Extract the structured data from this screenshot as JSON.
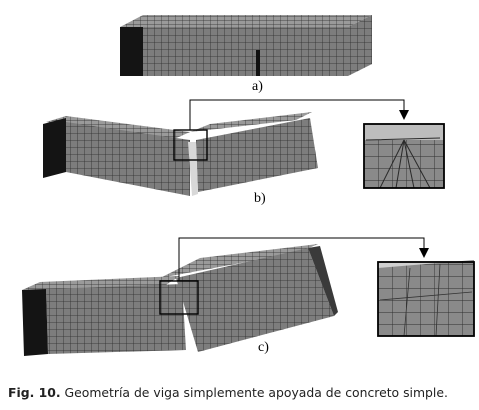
{
  "figure": {
    "panels": [
      {
        "label": "a)"
      },
      {
        "label": "b)"
      },
      {
        "label": "c)"
      }
    ]
  },
  "caption": {
    "number": "Fig. 10.",
    "text": "Geometría de viga simplemente apoyada de concreto simple."
  },
  "colors": {
    "mesh_face": "#7d7d7d",
    "mesh_top": "#9a9a9a",
    "mesh_lines": "#2b2b2b",
    "end_face": "#141414",
    "zoom_bg": "#b9b9b9"
  }
}
